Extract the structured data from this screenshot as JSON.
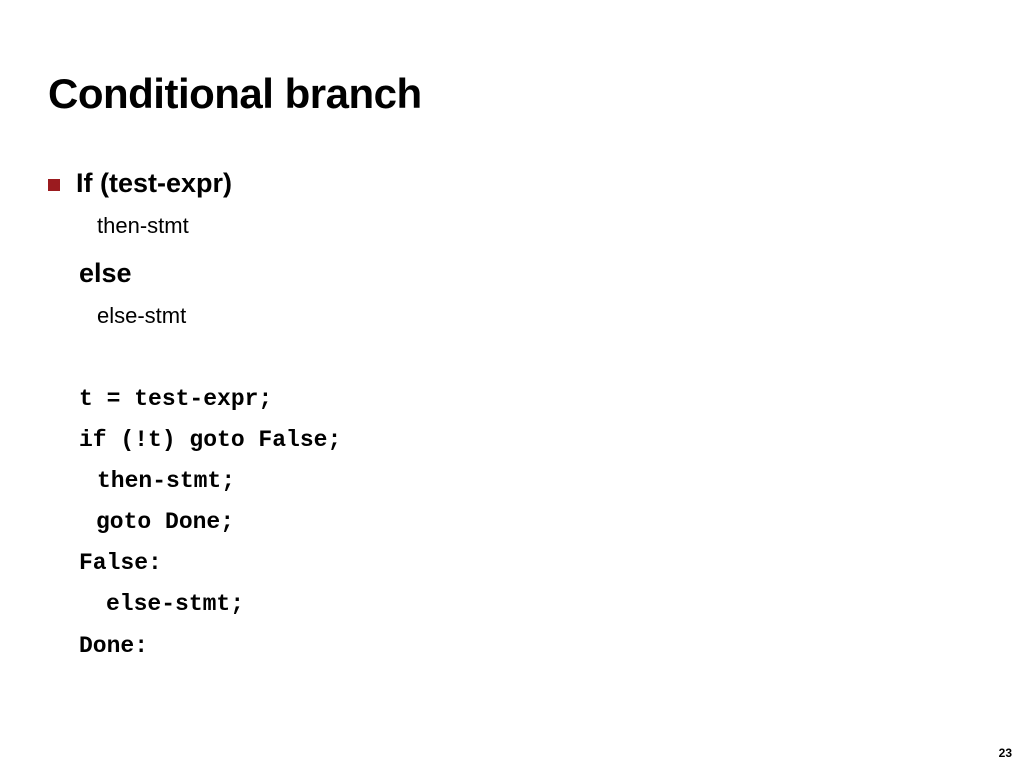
{
  "slide": {
    "title": "Conditional branch",
    "bullet": "If (test-expr)",
    "then_sub": "then-stmt",
    "else_label": "else",
    "else_sub": "else-stmt",
    "code_lines": [
      "t = test-expr;",
      "if (!t) goto False;",
      "then-stmt;",
      "goto Done;",
      "False:",
      "else-stmt;",
      "Done:"
    ],
    "page_number": "23"
  },
  "colors": {
    "bullet_marker": "#9b1b1f",
    "text": "#000000",
    "background": "#ffffff"
  }
}
